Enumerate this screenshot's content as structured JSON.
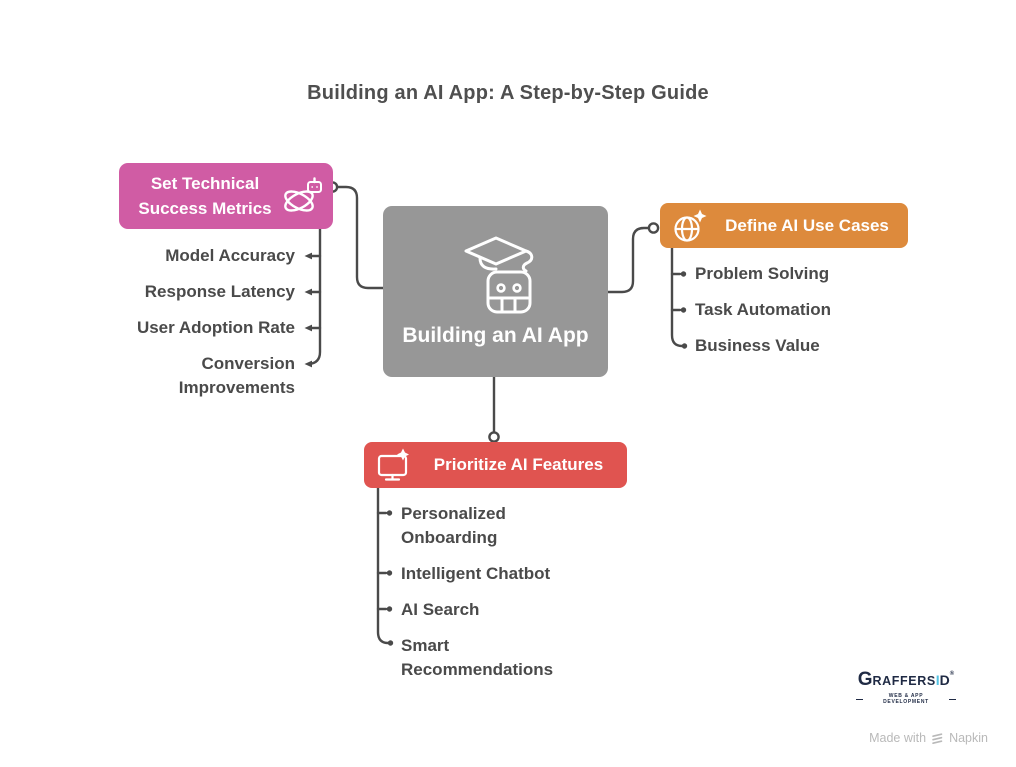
{
  "title": "Building an AI App: A Step-by-Step Guide",
  "center": {
    "label": "Building an AI App",
    "color": "#979797",
    "icon": "graduation-cap-robot-icon"
  },
  "branches": [
    {
      "label": "Set Technical Success Metrics",
      "color": "#d05ca4",
      "icon": "atom-robot-icon",
      "items": [
        "Model Accuracy",
        "Response Latency",
        "User Adoption Rate",
        "Conversion Improvements"
      ]
    },
    {
      "label": "Define AI Use Cases",
      "color": "#dd8a3c",
      "icon": "globe-sparkle-icon",
      "items": [
        "Problem Solving",
        "Task Automation",
        "Business Value"
      ]
    },
    {
      "label": "Prioritize AI Features",
      "color": "#e05450",
      "icon": "monitor-sparkle-icon",
      "items": [
        "Personalized Onboarding",
        "Intelligent Chatbot",
        "AI Search",
        "Smart Recommendations"
      ]
    }
  ],
  "colors": {
    "line": "#4a4a4a",
    "list_text": "#4a4a4a",
    "title_text": "#4f4f4f"
  },
  "footer": {
    "brand": {
      "g": "G",
      "raffers": "RAFFERS",
      "i": "I",
      "d": "D",
      "reg": "®",
      "tagline": "WEB & APP DEVELOPMENT"
    },
    "watermark": {
      "made_with": "Made with",
      "product": "Napkin"
    }
  }
}
